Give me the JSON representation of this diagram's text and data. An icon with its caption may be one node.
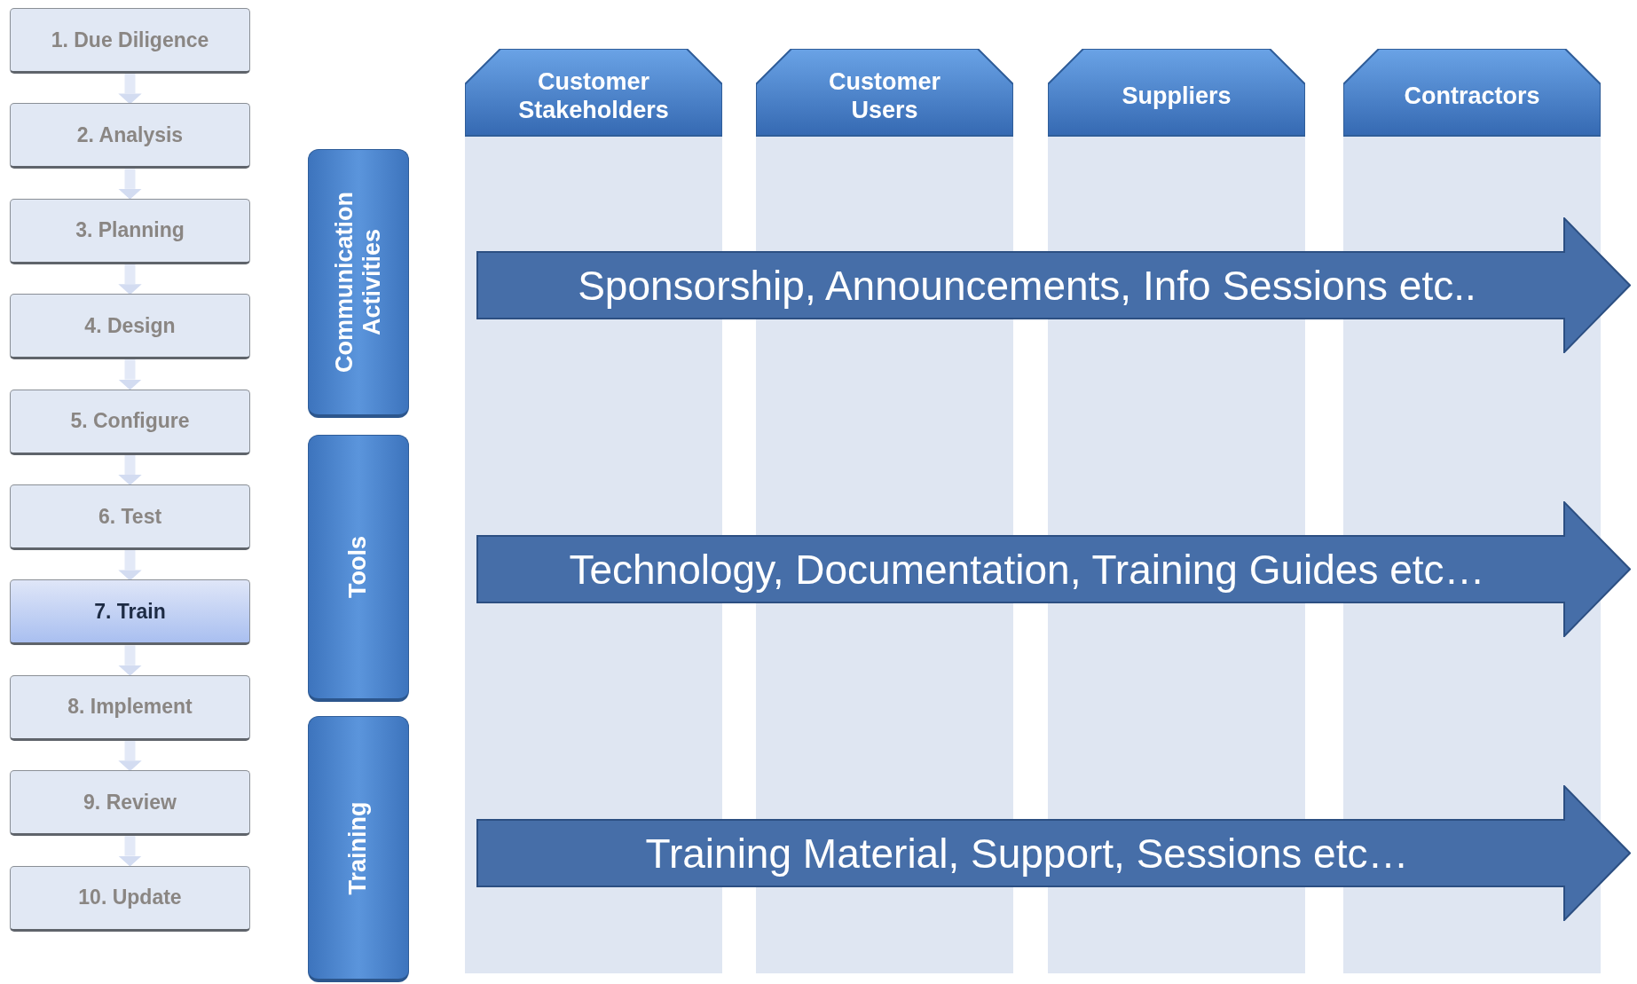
{
  "diagram": {
    "nodes": [
      {
        "text": [
          "1. Due Diligence"
        ]
      },
      {
        "text": [
          "2. Analysis"
        ]
      },
      {
        "text": [
          "3. Planning"
        ]
      },
      {
        "text": [
          "4. Design"
        ]
      },
      {
        "text": [
          "5. Configure"
        ]
      },
      {
        "text": [
          "6. Test"
        ]
      },
      {
        "text": [
          "7. Train"
        ]
      },
      {
        "text": [
          "8. Implement"
        ]
      },
      {
        "text": [
          "9. Review"
        ]
      },
      {
        "text": [
          "10. Update"
        ]
      },
      {
        "text": [
          "Communication Activities"
        ]
      },
      {
        "text": [
          "Tools"
        ]
      },
      {
        "text": [
          "Training"
        ]
      },
      {
        "text": [
          "Customer Stakeholders"
        ]
      },
      {
        "text": [
          "Customer Users"
        ]
      },
      {
        "text": [
          "Suppliers"
        ]
      },
      {
        "text": [
          "Contractors"
        ]
      },
      {
        "text": [
          "Sponsorship, Announcements, Info Sessions etc.."
        ]
      },
      {
        "text": [
          "Technology, Documentation, Training Guides etc…"
        ]
      },
      {
        "text": [
          "Training Material, Support, Sessions etc…"
        ]
      }
    ],
    "edges": [
      {
        "from": 0,
        "to": 1,
        "arrow": "to"
      },
      {
        "from": 1,
        "to": 2,
        "arrow": "to"
      },
      {
        "from": 2,
        "to": 3,
        "arrow": "to"
      },
      {
        "from": 3,
        "to": 4,
        "arrow": "to"
      },
      {
        "from": 4,
        "to": 5,
        "arrow": "to"
      },
      {
        "from": 5,
        "to": 6,
        "arrow": "to"
      },
      {
        "from": 6,
        "to": 7,
        "arrow": "to"
      },
      {
        "from": 7,
        "to": 8,
        "arrow": "to"
      },
      {
        "from": 8,
        "to": 9,
        "arrow": "to"
      }
    ]
  }
}
